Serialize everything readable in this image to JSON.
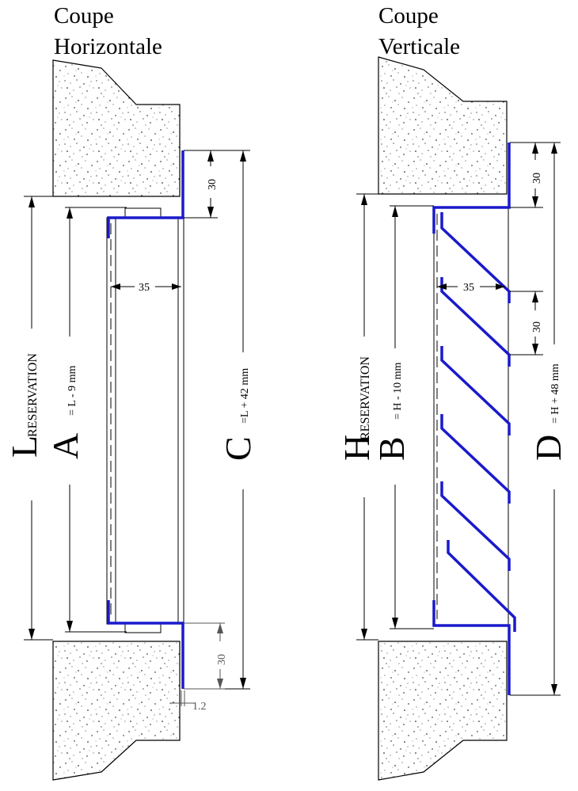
{
  "colors": {
    "profile": "#1a1acc",
    "line": "#000000",
    "secondary": "#555555"
  },
  "horizontal": {
    "title_line1": "Coupe",
    "title_line2": "Horizontale",
    "l_letter": "L",
    "l_sub": "RESERVATION",
    "a_letter": "A",
    "a_formula": "= L - 9 mm",
    "c_letter": "C",
    "c_formula": "=L + 42 mm",
    "dim_top": "30",
    "dim_depth": "35",
    "dim_bottom": "30",
    "dim_thickness": "1.2"
  },
  "vertical": {
    "title_line1": "Coupe",
    "title_line2": "Verticale",
    "h_letter": "H",
    "h_sub": "RESERVATION",
    "b_letter": "B",
    "b_formula": "= H - 10 mm",
    "d_letter": "D",
    "d_formula": "= H + 48 mm",
    "dim_top": "30",
    "dim_depth": "35",
    "dim_pitch": "30"
  }
}
